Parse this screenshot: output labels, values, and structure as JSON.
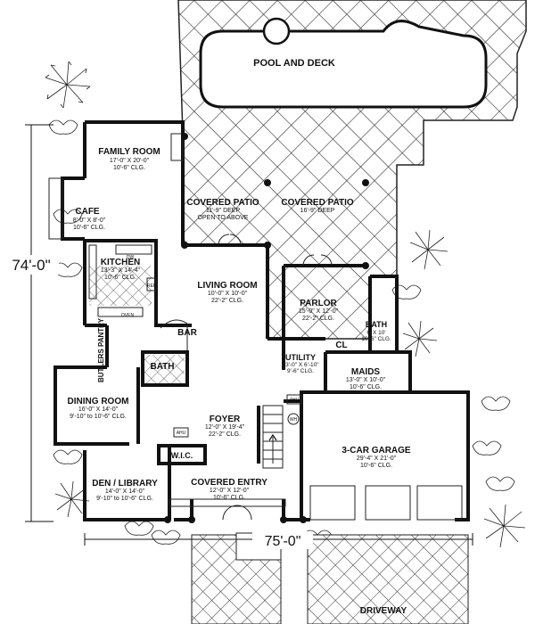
{
  "dimensions": {
    "overall_depth": "74'-0\"",
    "overall_width": "75'-0\""
  },
  "rooms": {
    "pool": {
      "name": "POOL AND DECK"
    },
    "family_room": {
      "name": "FAMILY ROOM",
      "size": "17'-0\" X 20'-0\"",
      "ceiling": "10'-6\" CLG."
    },
    "cafe": {
      "name": "CAFE",
      "size": "8'-0\" X 8'-0\"",
      "ceiling": "10'-6\" CLG."
    },
    "covered_patio_1": {
      "name": "COVERED PATIO",
      "size": "11'-9\" DEEP",
      "note": "OPEN TO ABOVE"
    },
    "covered_patio_2": {
      "name": "COVERED PATIO",
      "size": "16'-9\" DEEP"
    },
    "kitchen": {
      "name": "KITCHEN",
      "size": "13'-3\" X 14'-4\"",
      "ceiling": "10'-6\" CLG."
    },
    "living_room": {
      "name": "LIVING ROOM",
      "size": "10'-0\" X 10'-0\"",
      "ceiling": "22'-2\" CLG."
    },
    "parlor": {
      "name": "PARLOR",
      "size": "15'-0\" X 12'-0\"",
      "ceiling": "22'-2\" CLG."
    },
    "bath_right": {
      "name": "BATH",
      "size": "6' X 10'",
      "ceiling": "10'-6\" CLG."
    },
    "bar": {
      "name": "BAR"
    },
    "butlers_pantry": {
      "name": "BUTLERS PANTRY"
    },
    "bath_center": {
      "name": "BATH"
    },
    "utility": {
      "name": "UTILITY",
      "size": "13'-0\" X 6'-10\"",
      "ceiling": "9'-6\" CLG."
    },
    "cl": {
      "name": "CL"
    },
    "maids": {
      "name": "MAIDS",
      "size": "13'-0\" X 10'-0\"",
      "ceiling": "10'-6\" CLG."
    },
    "dining_room": {
      "name": "DINING ROOM",
      "size": "16'-0\" X 14'-0\"",
      "ceiling": "9'-10\" to 10'-6\" CLG."
    },
    "foyer": {
      "name": "FOYER",
      "size": "12'-0\" X 19'-4\"",
      "ceiling": "22'-2\" CLG."
    },
    "garage": {
      "name": "3-CAR GARAGE",
      "size": "29'-4\" X 21'-0\"",
      "ceiling": "10'-6\" CLG."
    },
    "wic": {
      "name": "W.I.C."
    },
    "den": {
      "name": "DEN / LIBRARY",
      "size": "14'-0\" X 14'-0\"",
      "ceiling": "9'-10\" to 10'-6\" CLG."
    },
    "covered_entry": {
      "name": "COVERED ENTRY",
      "size": "12'-0\" X 12'-0\"",
      "ceiling": "10'-6\" CLG."
    },
    "driveway": {
      "name": "DRIVEWAY"
    }
  },
  "fixtures": {
    "oven": "OVEN",
    "ref": "REF",
    "ahu1": "AHU",
    "ahu2": "AHU",
    "wh": "WH",
    "dw": "DW"
  }
}
